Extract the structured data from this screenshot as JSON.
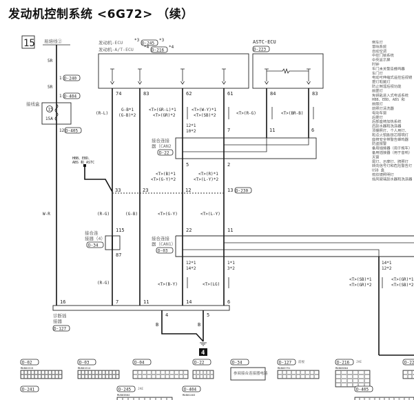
{
  "title": "发动机控制系统 <6G72> （续）",
  "page_number": "15",
  "fusible_link": "易熔线②",
  "main_wire": {
    "s1": "5R",
    "c1_pin": "1",
    "c1": "D-240",
    "s2": "5R",
    "c2_pin": "1",
    "c2": "D-404",
    "jb_label": "接线盒",
    "fuse_no": "15",
    "fuse_amp": "15A",
    "c3_pin": "12",
    "c3": "D-405",
    "color": "W-R",
    "diag_pin": "16"
  },
  "engine_ecu": {
    "line1": "发动机-ECU",
    "line2": "发动机-A/T-ECU",
    "mark3": "*3",
    "mark4": "*4",
    "conn1": "D-245",
    "conn2": "D-216",
    "pins": [
      "74",
      "83",
      "62",
      "61"
    ]
  },
  "astc_ecu": {
    "name": "ASTC-ECU",
    "conn": "D-223",
    "pins": [
      "84",
      "83"
    ]
  },
  "upper_wire_labels": {
    "w74": "(R-L)",
    "w83a": "G-B*1",
    "w83b": "(G-B)*2",
    "w62a": "<T>(GR-L)*1",
    "w62b": "<T>(GR)*2",
    "w61a": "<T>(W-Y)*1",
    "w61b": "<T>(SB)*2",
    "w84": "<T>(R-G)",
    "w83astc": "<T>(BR-B)"
  },
  "can2": {
    "label1": "接合连接",
    "label2": "器（CAN2",
    "conn": "D-22",
    "in_a": "12*1",
    "in_b": "10*2",
    "in2": "7",
    "in3": "11",
    "in4": "6",
    "out1": "5",
    "out2": "2"
  },
  "mid_labels": {
    "a1": "<T>(B)*1",
    "a2": "<T>(G-Y)*2",
    "b1": "<T>(R)*1",
    "b2": "<T>(L-Y)*2"
  },
  "d230": {
    "pins": [
      "33",
      "23",
      "12",
      "13"
    ],
    "conn": "D-230"
  },
  "hbb_note": {
    "line1": "HBB、EBD、",
    "line2": "ABS 和 ASTC"
  },
  "lower_wire_labels": {
    "wr": "W-R",
    "rg": "(R-G)",
    "gb": "(G-B)",
    "gy": "<T>(G-Y)",
    "ly": "<T>(L-Y)"
  },
  "jc4": {
    "label1": "接合连",
    "label2": "接器（4）",
    "conn": "D-34",
    "pin_in": "115",
    "pin_out": "87"
  },
  "can1": {
    "label1": "接合连接",
    "label2": "器（CAN1）",
    "conn": "D-03",
    "in1": "22",
    "in2": "11",
    "o1a": "12*1",
    "o1b": "14*2",
    "o2a": "1*1",
    "o2b": "3*2",
    "o3a": "14*1",
    "o3b": "12*2"
  },
  "bottom_labels": {
    "rg": "(R-G)",
    "by": "<T>(B-Y)",
    "lg": "<T>(LG)",
    "r1a": "<T>(SB)*1",
    "r1b": "<T>(GR)*2",
    "r2a": "<T>(GR)*1",
    "r2b": "<T>(SB)*2"
  },
  "diag": {
    "label1": "诊断插",
    "label2": "接器",
    "conn": "D-127",
    "pins": [
      "16",
      "7",
      "11",
      "4",
      "14",
      "5",
      "6"
    ],
    "ground_wire": "B",
    "ground_no": "4"
  },
  "connectors": [
    {
      "id": "D-02",
      "part": "MU801515"
    },
    {
      "id": "D-03",
      "part": "MU801514"
    },
    {
      "id": "D-04",
      "part": ""
    },
    {
      "id": "D-22",
      "part": ""
    },
    {
      "id": "D-34",
      "part": "",
      "note": "参阅接合连接器电路"
    },
    {
      "id": "D-127",
      "part": "MU803791",
      "note": "前视"
    },
    {
      "id": "D-216",
      "part": "MU803804",
      "note": "JAE"
    },
    {
      "id": "D-22",
      "part": ""
    },
    {
      "id": "D-241",
      "part": ""
    },
    {
      "id": "D-245",
      "part": "MU803804",
      "note": "JAE"
    },
    {
      "id": "D-404",
      "part": "MU801403"
    },
    {
      "id": "D-405",
      "part": ""
    }
  ],
  "index_list": [
    "倒车灯",
    "音响系统",
    "自动空调",
    "中控门锁系统",
    "中央显示屏",
    "时钟",
    "车门未关警告蜂鸣器",
    "车门灯",
    "电动可伸缩式遥控后视镜",
    "雾灯和尾灯",
    "防止倒溜后视功能",
    "前雾灯",
    "免钥匙进入式电话系统",
    "HBB、EBD、ABS 和",
    "前照灯",
    "前照灯清洗器",
    "电动车窗",
    "后雾灯",
    "后部座椅加热系统",
    "后刮水器和洗涤器",
    "顶棚照灯、个人用灯、",
    "和点火钥匙锁芯照明灯",
    "座椅安全带警告蜂鸣器",
    "防盗报警",
    "备用插接器（用于拖车）",
    "备用插接器（用于音响）",
    "天窗",
    "尾灯、示廓灯、牌照灯",
    "转向信号灯和危险警告灯",
    "USB 盒",
    "梳妆镜照明灯",
    "挡风玻璃刮水器和洗涤器"
  ]
}
